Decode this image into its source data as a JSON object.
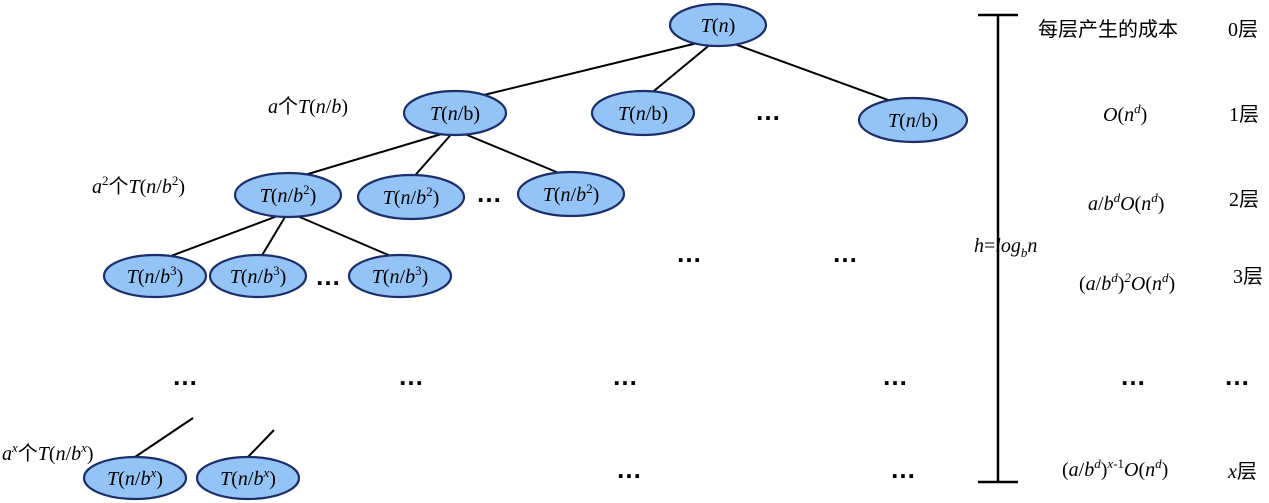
{
  "nodes": {
    "root": "T(n)",
    "l1": [
      "T(n/b)",
      "T(n/b)",
      "T(n/b)"
    ],
    "l2": [
      "T(n/b2)",
      "T(n/b2)",
      "T(n/b2)"
    ],
    "l3": [
      "T(n/b3)",
      "T(n/b3)",
      "T(n/b3)"
    ],
    "lx": [
      "T(n/bx)",
      "T(n/bx)"
    ]
  },
  "left_labels": {
    "l1": "a个T(n/b)",
    "l2": "a2个T(n/b2)",
    "lx": "ax个T(n/bx)"
  },
  "height_label": "h=logbn",
  "cost_header": "每层产生的成本",
  "costs": [
    "O(nd)",
    "a/bdO(nd)",
    "(a/bd)2O(nd)",
    "(a/bd)x-1O(nd)"
  ],
  "levels": [
    "0层",
    "1层",
    "2层",
    "3层",
    "x层"
  ],
  "ellipsis": "…"
}
